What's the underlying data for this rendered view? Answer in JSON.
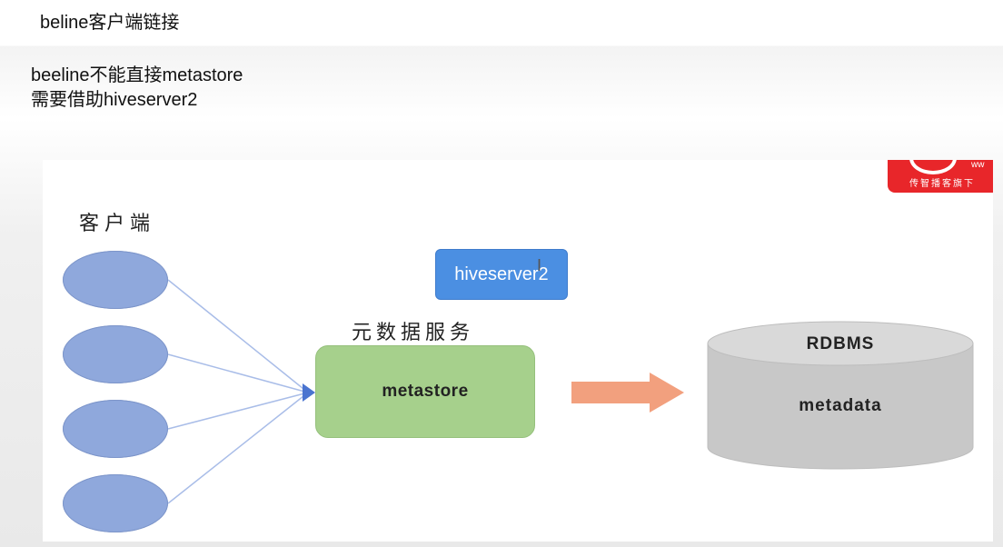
{
  "heading": "beline客户端链接",
  "notes": {
    "line1": "beeline不能直接metastore",
    "line2": "需要借助hiveserver2"
  },
  "diagram": {
    "client_label": "客户端",
    "client_count": 4,
    "hiveserver_label": "hiveserver2",
    "service_label": "元数据服务",
    "metastore_label": "metastore",
    "db_title": "RDBMS",
    "db_label": "metadata",
    "badge_text": "传智播客旗下",
    "badge_mark": "ww",
    "colors": {
      "client": "#8fa8dc",
      "connector": "#a9bde8",
      "hiveserver": "#4b8fe2",
      "metastore": "#a6d08c",
      "arrow": "#f2a07e",
      "db": "#c8c8c8",
      "badge": "#e8262a"
    },
    "icons": [
      "text-cursor-icon",
      "right-arrow-icon",
      "database-cylinder-icon"
    ]
  }
}
